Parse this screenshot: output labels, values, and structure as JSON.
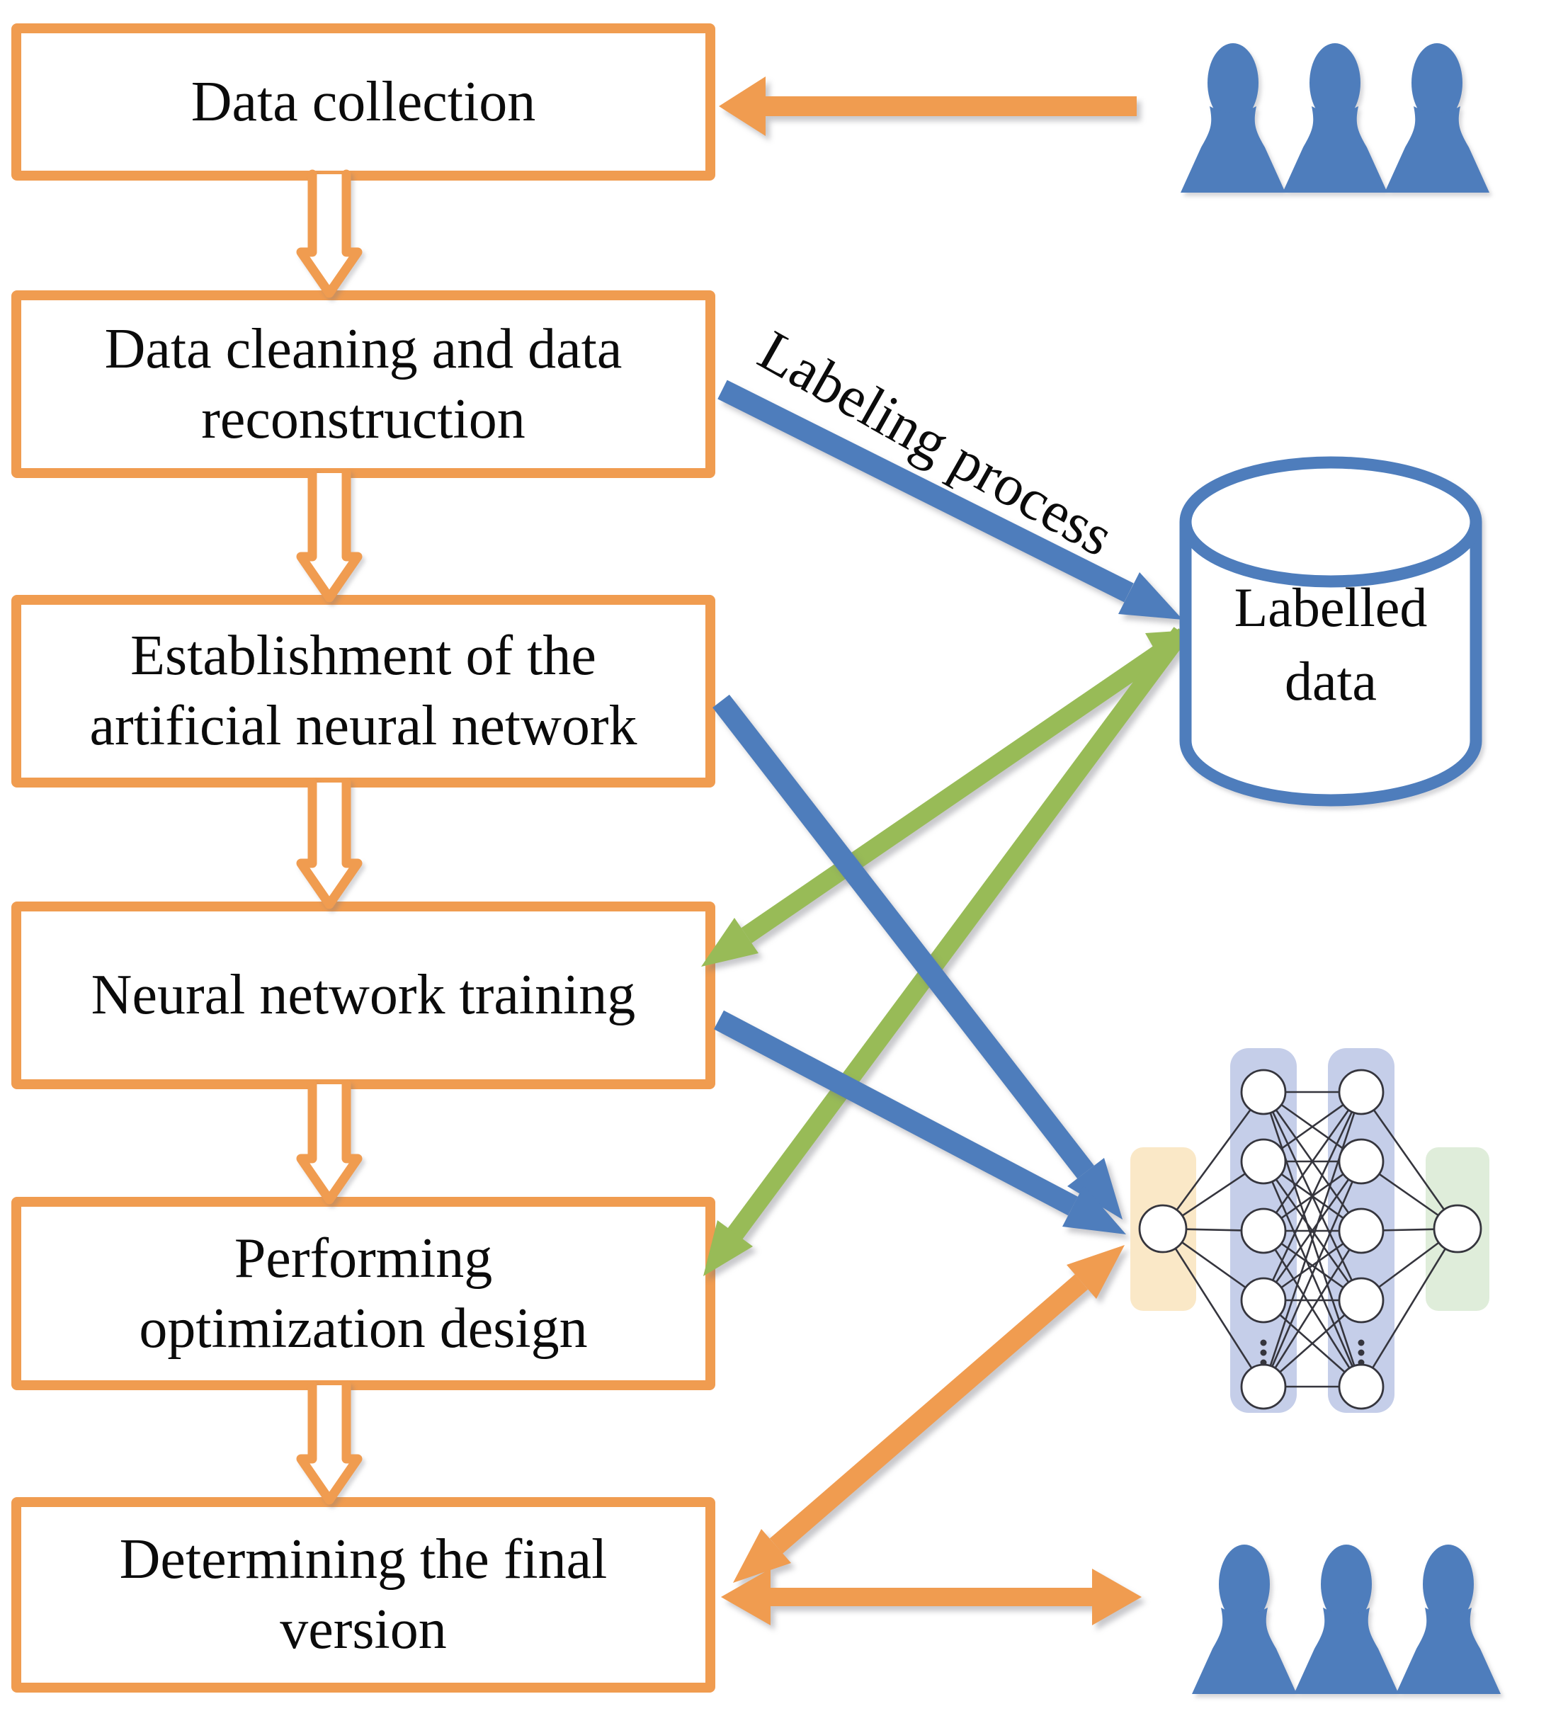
{
  "figure": {
    "type": "flowchart",
    "description": "Neural-network design workflow with data labeling loop"
  },
  "colors": {
    "orange": "#F09C50",
    "blue": "#4E7DBC",
    "green": "#98BB57",
    "ink": "#0b0b0b",
    "box_fill": "#FFFFFF",
    "nn_input_bg": "#FAE8C7",
    "nn_hidden_bg": "#C5CEE9",
    "nn_output_bg": "#DFEDDA",
    "nn_stroke": "#35353D"
  },
  "flow_boxes": [
    {
      "id": "data-collection",
      "label": "Data collection"
    },
    {
      "id": "data-cleaning",
      "label": "Data cleaning and data\nreconstruction"
    },
    {
      "id": "ann-establishment",
      "label": "Establishment of the\nartificial neural network"
    },
    {
      "id": "nn-training",
      "label": "Neural network training"
    },
    {
      "id": "optimization",
      "label": "Performing\noptimization design"
    },
    {
      "id": "final-version",
      "label": "Determining the final\nversion"
    }
  ],
  "annotations": {
    "labeling_process": "Labeling process"
  },
  "datastore": {
    "label": "Labelled\ndata"
  },
  "icons": [
    {
      "name": "users-icon-top",
      "shape": "three-person-group",
      "color": "blue"
    },
    {
      "name": "users-icon-bottom",
      "shape": "three-person-group",
      "color": "blue"
    },
    {
      "name": "database-cylinder-icon",
      "shape": "cylinder",
      "color": "blue"
    },
    {
      "name": "neural-network-icon",
      "shape": "layered-network",
      "layers": [
        1,
        5,
        5,
        1
      ]
    }
  ],
  "edges": [
    {
      "from": "users-top",
      "to": "data-collection",
      "color": "orange",
      "style": "block-arrow"
    },
    {
      "from": "data-collection",
      "to": "data-cleaning",
      "color": "orange",
      "style": "hollow-double-line"
    },
    {
      "from": "data-cleaning",
      "to": "ann-establishment",
      "color": "orange",
      "style": "hollow-double-line"
    },
    {
      "from": "ann-establishment",
      "to": "nn-training",
      "color": "orange",
      "style": "hollow-double-line"
    },
    {
      "from": "nn-training",
      "to": "optimization",
      "color": "orange",
      "style": "hollow-double-line"
    },
    {
      "from": "optimization",
      "to": "final-version",
      "color": "orange",
      "style": "hollow-double-line"
    },
    {
      "from": "data-cleaning",
      "to": "labelled-data",
      "color": "blue",
      "label": "Labeling process"
    },
    {
      "from": "ann-establishment",
      "to": "neural-network",
      "color": "blue"
    },
    {
      "from": "nn-training",
      "to": "neural-network",
      "color": "blue"
    },
    {
      "from": "labelled-data",
      "to": "nn-training",
      "color": "green",
      "bidirectional": true
    },
    {
      "from": "labelled-data",
      "to": "optimization",
      "color": "green"
    },
    {
      "from": "final-version",
      "to": "neural-network",
      "color": "orange",
      "bidirectional": true
    },
    {
      "from": "final-version",
      "to": "users-bottom",
      "color": "orange",
      "bidirectional": true
    }
  ]
}
